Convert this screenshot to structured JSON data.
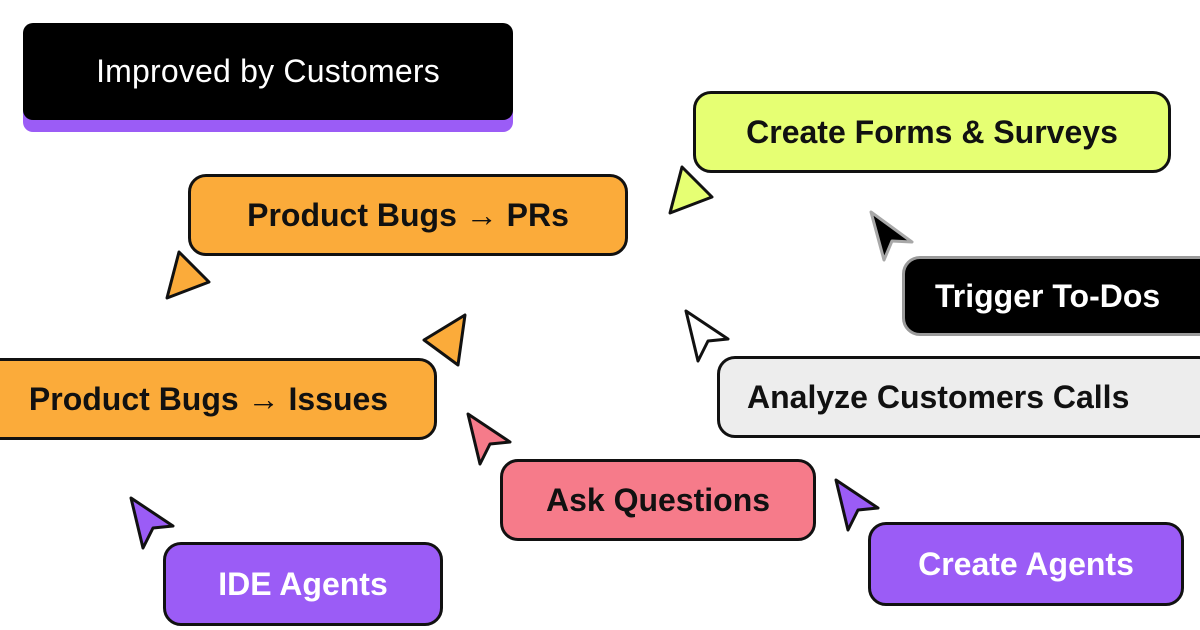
{
  "header": {
    "title": "Improved by Customers"
  },
  "pills": {
    "create_forms": "Create Forms & Surveys",
    "bugs_prs": "Product Bugs → PRs",
    "trigger_todos": "Trigger To-Dos",
    "bugs_issues": "Product Bugs → Issues",
    "analyze_calls": "Analyze Customers Calls",
    "ask_questions": "Ask Questions",
    "create_agents": "Create Agents",
    "ide_agents": "IDE Agents"
  },
  "colors": {
    "orange": "#fbab3a",
    "lime": "#e6ff73",
    "black": "#000000",
    "light_gray": "#ededed",
    "pink": "#f67b8a",
    "purple": "#9b5cf6",
    "white": "#ffffff"
  },
  "icons": {
    "cursor": "arrow-cursor-icon"
  }
}
